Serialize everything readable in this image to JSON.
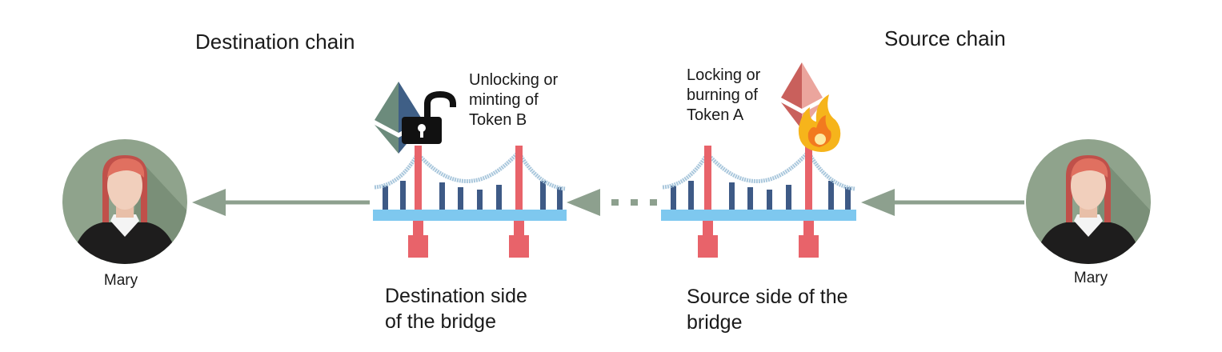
{
  "destination": {
    "chain_title": "Destination chain",
    "operation": "Unlocking or\nminting of\nToken B",
    "side_label": "Destination side\nof the bridge",
    "person": "Mary"
  },
  "source": {
    "chain_title": "Source chain",
    "operation": "Locking or\nburning of\nToken A",
    "side_label": "Source side of the\nbridge",
    "person": "Mary"
  },
  "colors": {
    "arrow": "#8da08e",
    "avatar_bg": "#8fa38c",
    "bridge_deck": "#7ec8ef",
    "tower": "#e8636a",
    "cable": "#a9c7dc",
    "hanger": "#3e5a86",
    "padlock": "#111111",
    "eth_dest": "#3f5f86",
    "eth_source": "#e2857e",
    "flame": "#f6b41b"
  },
  "icons": [
    "person-icon",
    "bridge-icon",
    "ethereum-icon",
    "padlock-unlocked-icon",
    "flame-icon"
  ]
}
